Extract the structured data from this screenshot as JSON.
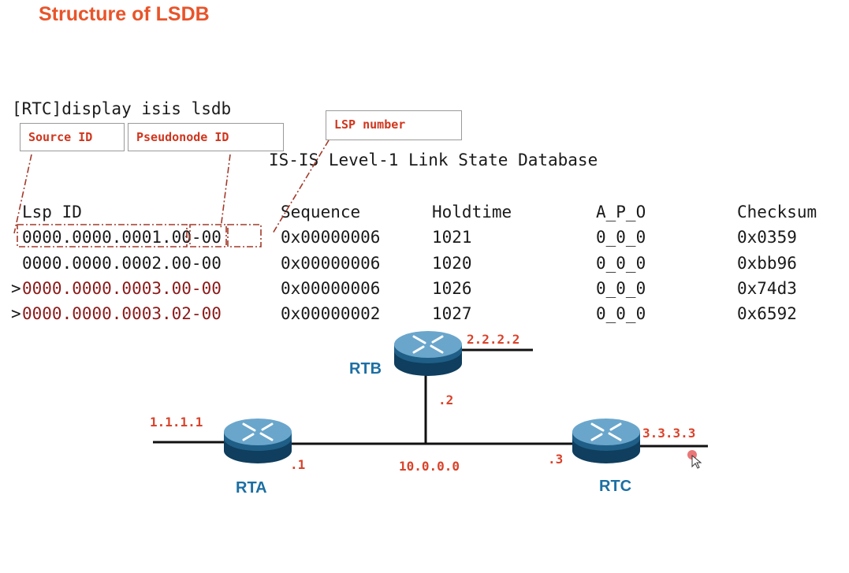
{
  "title": "Structure of LSDB",
  "command": "[RTC]display isis lsdb",
  "callouts": {
    "source_id": "Source ID",
    "pseudonode_id": "Pseudonode ID",
    "lsp_number": "LSP number"
  },
  "db_title": "IS-IS Level-1 Link State Database",
  "table": {
    "headers": [
      "Lsp ID",
      "Sequence",
      "Holdtime",
      "A_P_O",
      "Checksum"
    ],
    "rows": [
      {
        "prefix": "",
        "lsp_id": "0000.0000.0001.00-00",
        "sequence": "0x00000006",
        "holdtime": "1021",
        "apo": "0_0_0",
        "checksum": "0x0359"
      },
      {
        "prefix": "",
        "lsp_id": "0000.0000.0002.00-00",
        "sequence": "0x00000006",
        "holdtime": "1020",
        "apo": "0_0_0",
        "checksum": "0xbb96"
      },
      {
        "prefix": ">",
        "lsp_id": "0000.0000.0003.00-00",
        "sequence": "0x00000006",
        "holdtime": "1026",
        "apo": "0_0_0",
        "checksum": "0x74d3"
      },
      {
        "prefix": ">",
        "lsp_id": "0000.0000.0003.02-00",
        "sequence": "0x00000002",
        "holdtime": "1027",
        "apo": "0_0_0",
        "checksum": "0x6592"
      }
    ]
  },
  "topology": {
    "routers": {
      "rta": "RTA",
      "rtb": "RTB",
      "rtc": "RTC"
    },
    "labels": {
      "rta_loopback": "1.1.1.1",
      "rtb_loopback": "2.2.2.2",
      "rtc_loopback": "3.3.3.3",
      "network": "10.0.0.0",
      "rta_if": ".1",
      "rtb_if": ".2",
      "rtc_if": ".3"
    }
  },
  "colors": {
    "title": "#e8542a",
    "callout_text": "#d0361e",
    "highlight_rows": "#8b1a1a",
    "router_label": "#1c6fa3",
    "ip_label": "#d9432b"
  }
}
